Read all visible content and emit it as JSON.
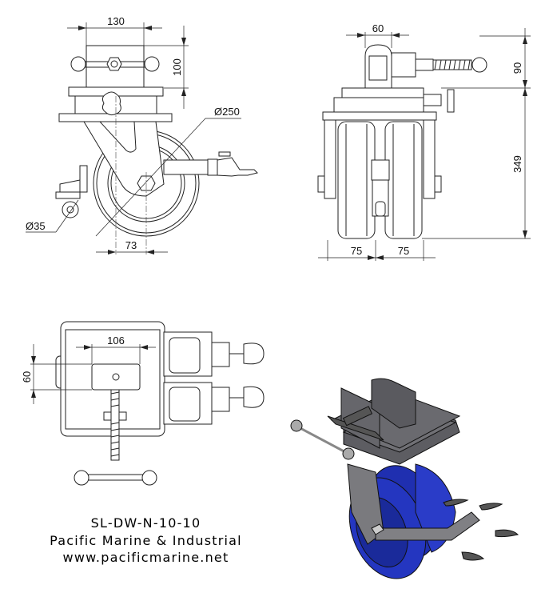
{
  "drawing": {
    "side_view": {
      "width_dim": "130",
      "height_dim": "100",
      "wheel_diameter": "Ø250",
      "small_wheel_diameter": "Ø35",
      "offset_dim": "73"
    },
    "front_view": {
      "top_dim": "60",
      "upper_height_dim": "90",
      "height_dim": "349",
      "wheel_width_left": "75",
      "wheel_width_right": "75"
    },
    "top_view": {
      "width_dim": "106",
      "depth_dim": "60"
    },
    "isometric_view": {
      "wheel_color": "#1f2fb0",
      "body_color": "#6e6e72"
    }
  },
  "caption": {
    "model": "SL-DW-N-10-10",
    "company": "Pacific Marine & Industrial",
    "website": "www.pacificmarine.net"
  }
}
